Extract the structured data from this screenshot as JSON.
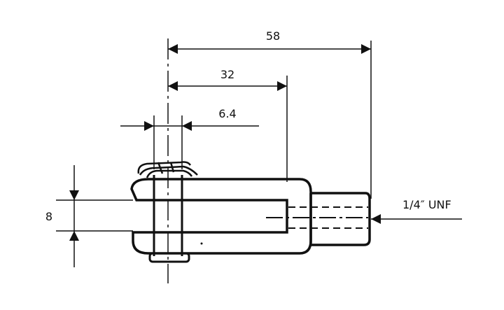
{
  "dimensions": {
    "overall_length": "58",
    "pin_to_slot_end": "32",
    "pin_diameter": "6.4",
    "slot_width": "8",
    "thread": "1/4″ UNF"
  },
  "colors": {
    "ink": "#111111",
    "background": "#ffffff"
  }
}
